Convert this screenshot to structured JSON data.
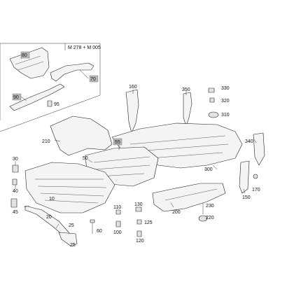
{
  "inset": {
    "title": "M 278 + M 005"
  },
  "callouts": {
    "c80": "80",
    "c70": "70",
    "c90": "90",
    "c95": "95",
    "c160": "160",
    "c350": "350",
    "c330": "330",
    "c320": "320",
    "c310": "310",
    "c210": "210",
    "c55": "55",
    "c50": "50",
    "c300": "300",
    "c340": "340",
    "c30": "30",
    "c40": "40",
    "c45": "45",
    "c10": "10",
    "c25": "25",
    "c60": "60",
    "c110": "110",
    "c100": "100",
    "c130": "130",
    "c125": "125",
    "c120": "120",
    "c200": "200",
    "c230": "230",
    "c220": "220",
    "c150": "150",
    "c170": "170",
    "c20": "20",
    "c25b": "25"
  },
  "boxed_callouts": [
    "c80",
    "c70",
    "c90",
    "c55"
  ],
  "colors": {
    "callout_box": "#b9b9b9",
    "line_art": "#222222"
  }
}
